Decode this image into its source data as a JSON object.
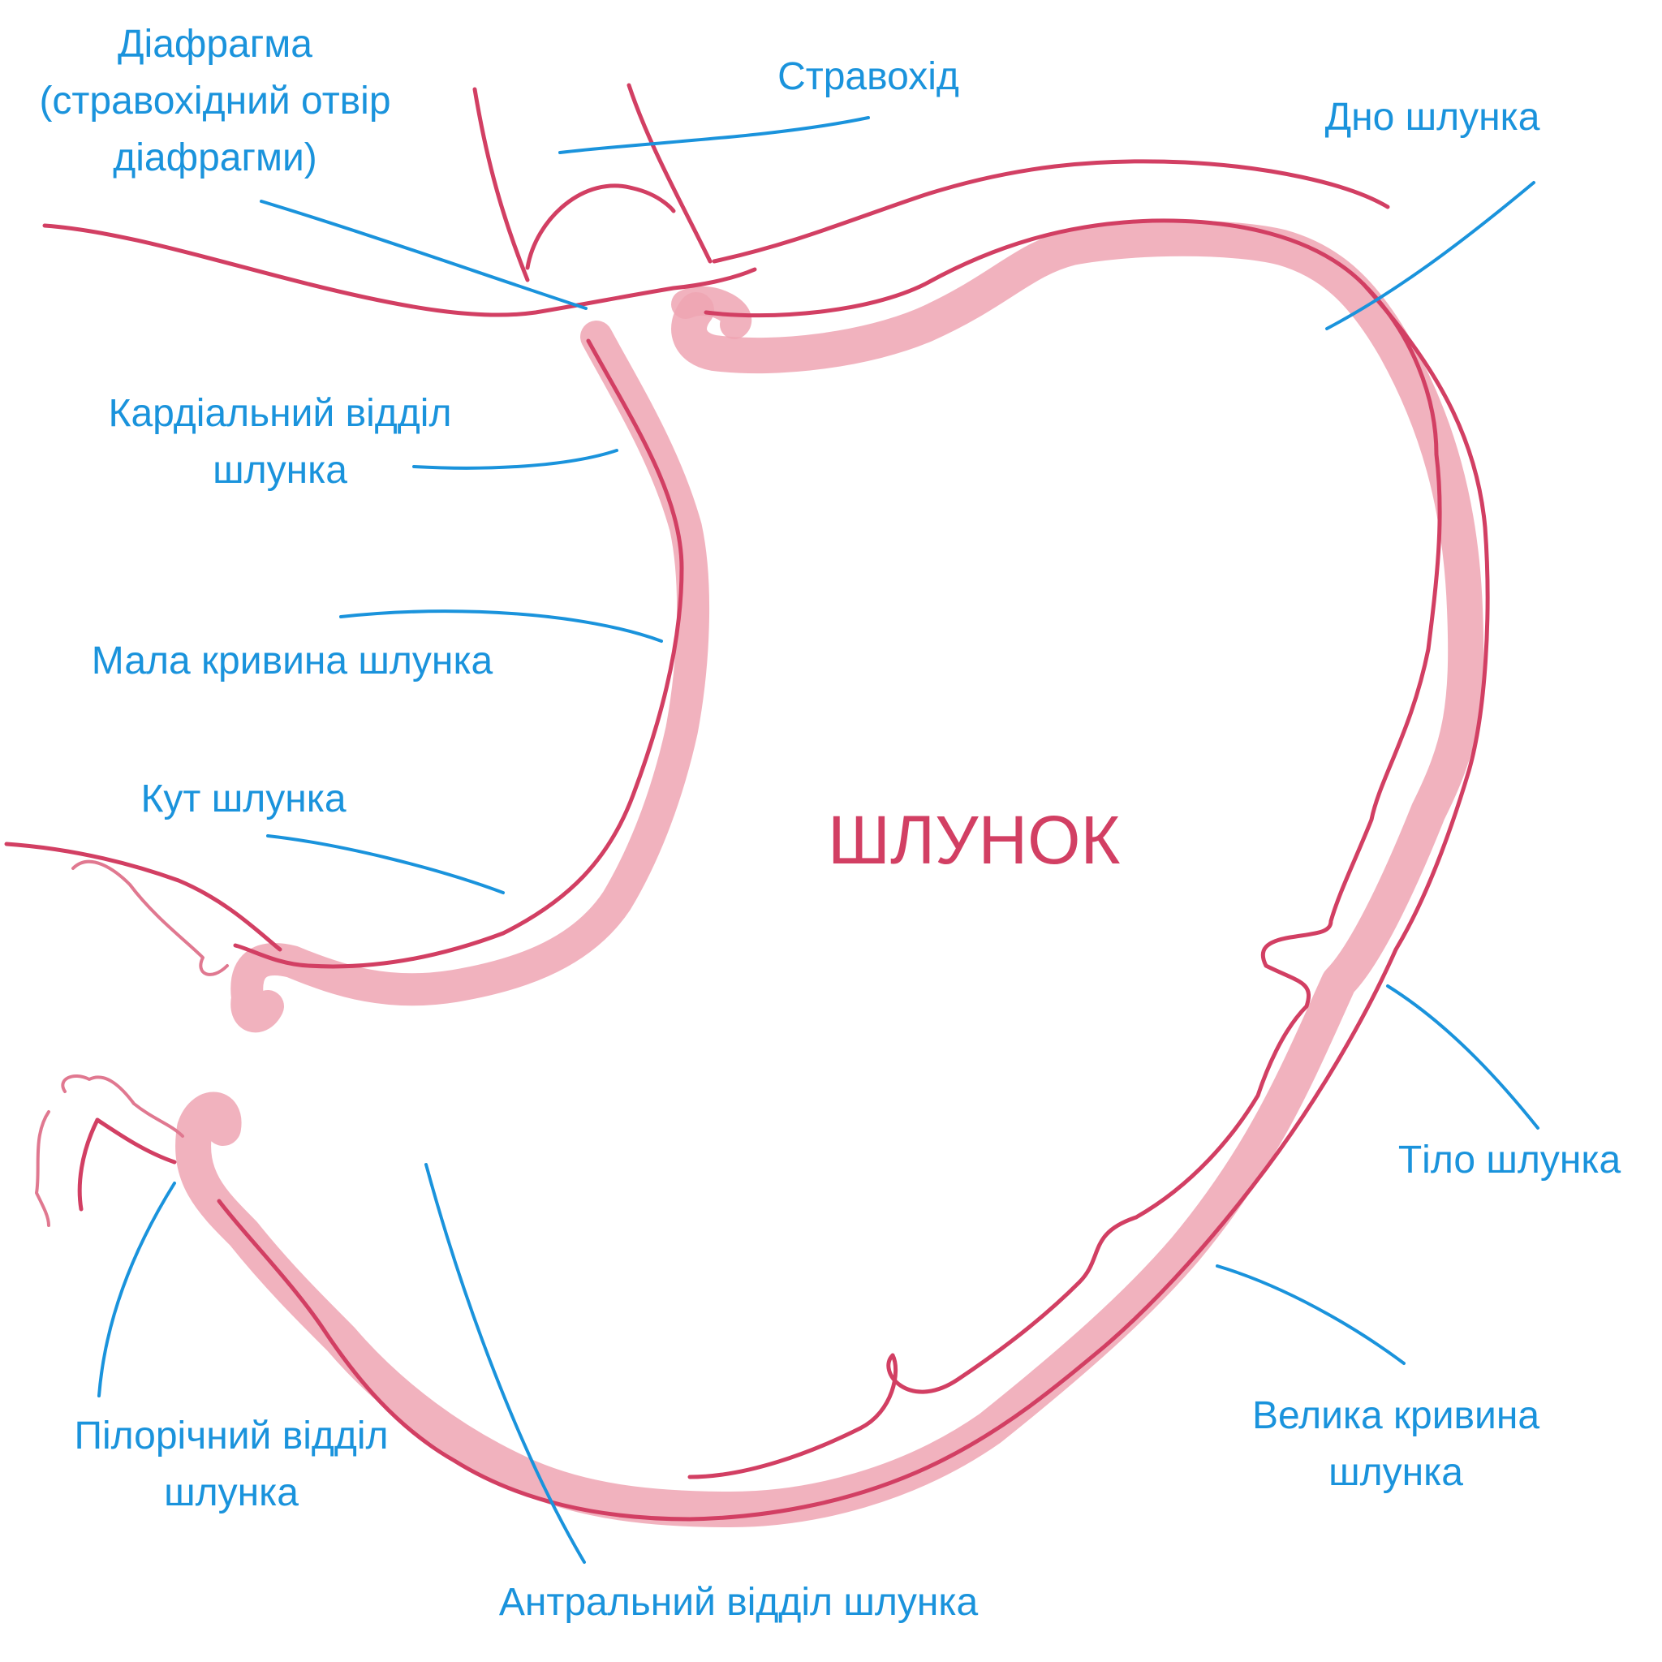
{
  "diagram": {
    "title": "ШЛУНОК",
    "colors": {
      "label": "#1a93dc",
      "leader": "#1a93dc",
      "organ_outline": "#d23f63",
      "organ_fill": "#efa4b3",
      "title": "#d23f63"
    },
    "labels": {
      "diaphragm": [
        "Діафрагма",
        "(стравохідний отвір",
        "діафрагми)"
      ],
      "esophagus": [
        "Стравохід"
      ],
      "fundus": [
        "Дно шлунка"
      ],
      "cardia": [
        "Кардіальний відділ",
        "шлунка"
      ],
      "lesser_curvature": [
        "Мала кривина шлунка"
      ],
      "angle": [
        "Кут шлунка"
      ],
      "body": [
        "Тіло шлунка"
      ],
      "greater_curvature": [
        "Велика кривина",
        "шлунка"
      ],
      "pylorus": [
        "Пілорічний відділ",
        "шлунка"
      ],
      "antrum": [
        "Антральний відділ шлунка"
      ]
    }
  }
}
